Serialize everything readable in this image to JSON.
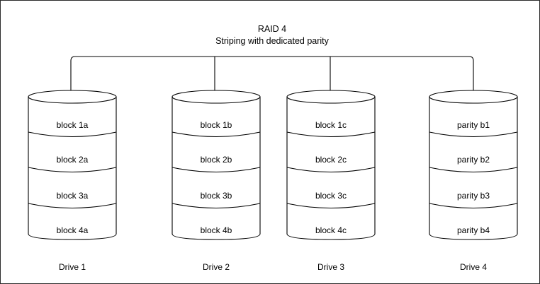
{
  "title": {
    "line1": "RAID 4",
    "line2": "Striping with dedicated parity"
  },
  "colors": {
    "background": "#ffffff",
    "stroke": "#000000",
    "border": "#2b2b2b"
  },
  "drives": [
    {
      "label": "Drive 1",
      "blocks": [
        "block 1a",
        "block 2a",
        "block 3a",
        "block 4a"
      ]
    },
    {
      "label": "Drive 2",
      "blocks": [
        "block 1b",
        "block 2b",
        "block 3b",
        "block 4b"
      ]
    },
    {
      "label": "Drive 3",
      "blocks": [
        "block 1c",
        "block 2c",
        "block 3c",
        "block 4c"
      ]
    },
    {
      "label": "Drive 4",
      "blocks": [
        "parity b1",
        "parity b2",
        "parity b3",
        "parity b4"
      ]
    }
  ]
}
